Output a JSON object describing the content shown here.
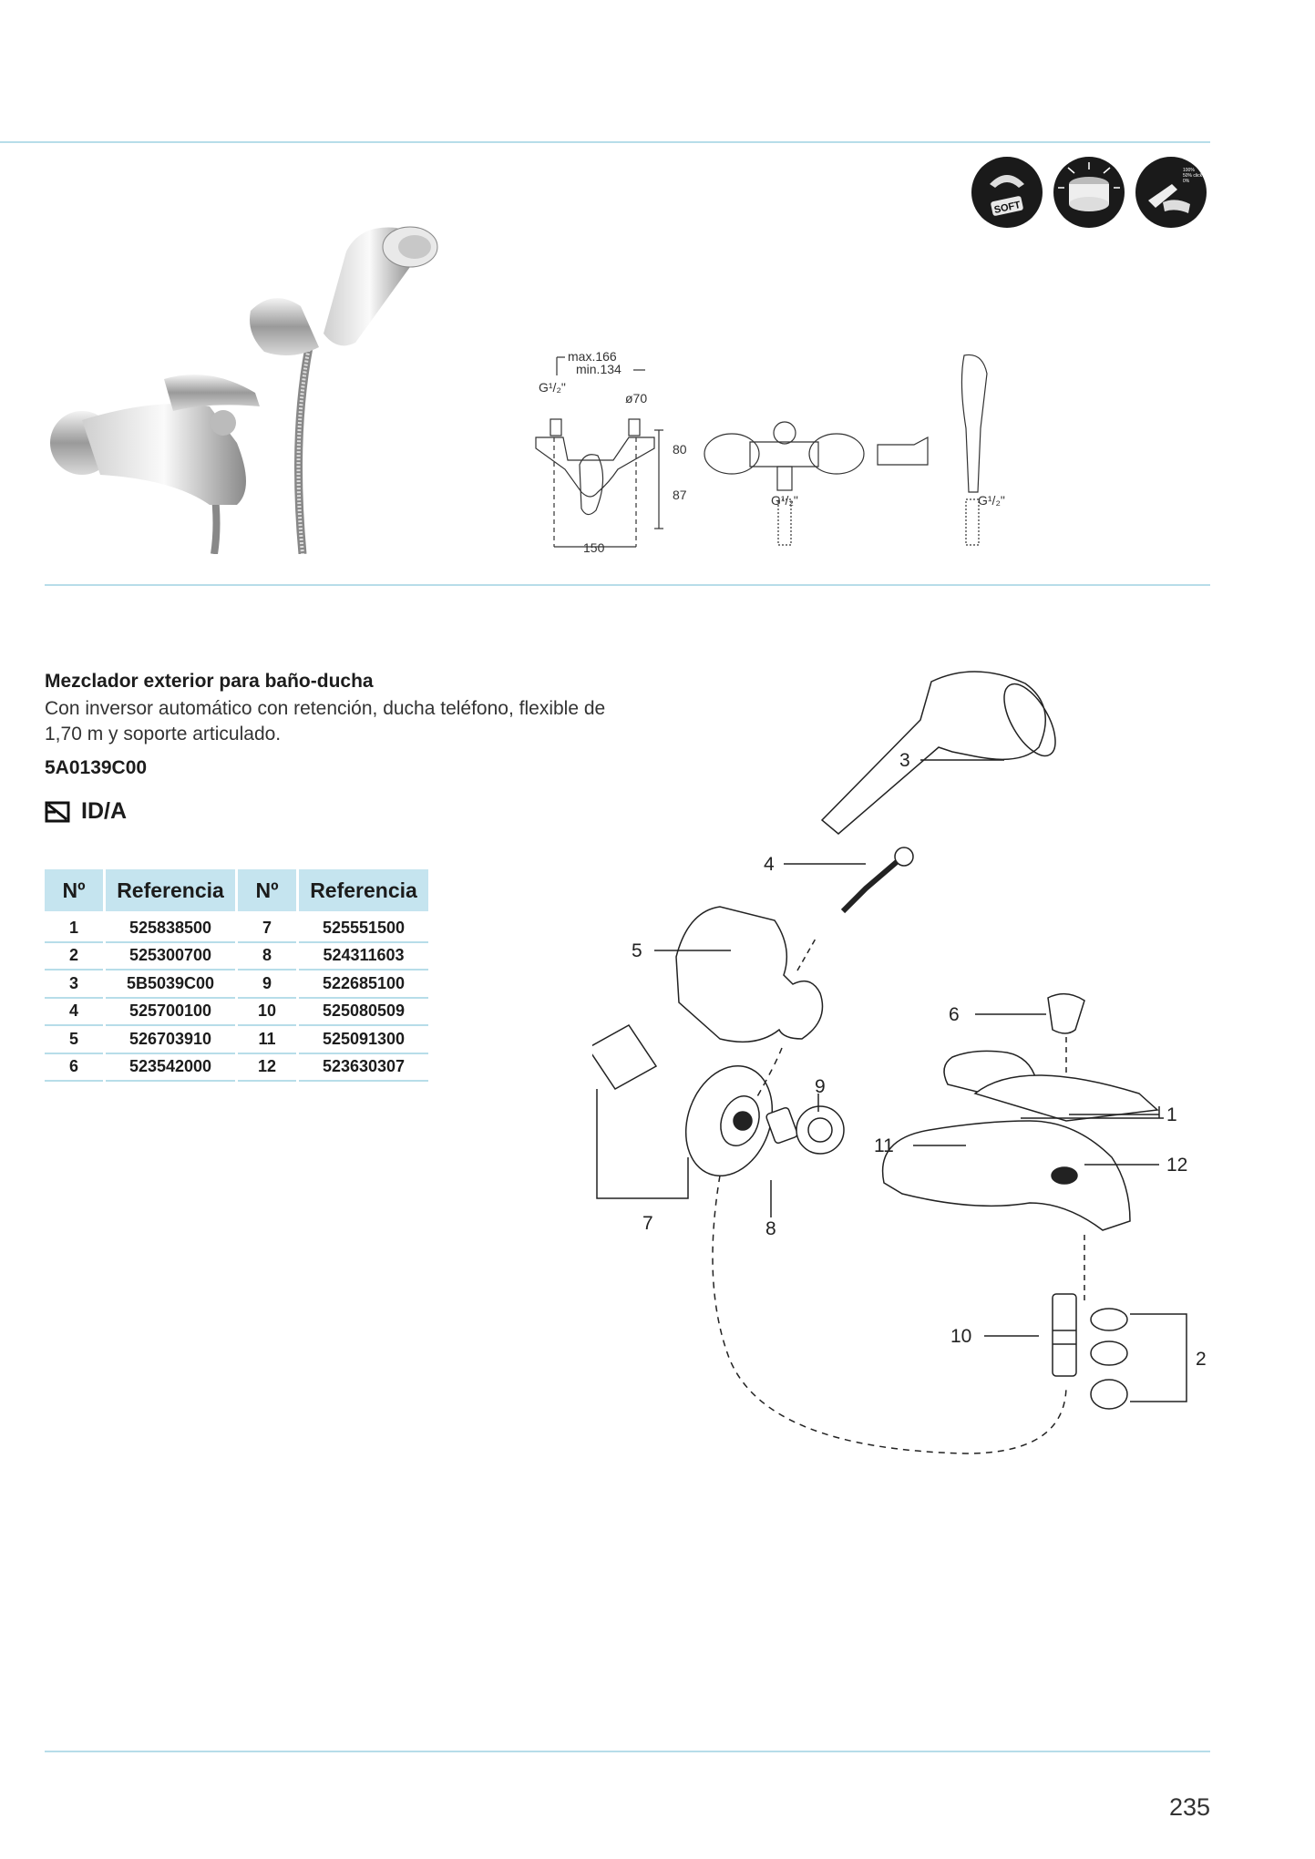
{
  "feature_icons": [
    {
      "icon": "soft-shower-icon",
      "label": "SOFT"
    },
    {
      "icon": "eco-flow-icon"
    },
    {
      "icon": "lever-click-icon",
      "label_lines": [
        "100%",
        "50% click",
        "0%"
      ]
    }
  ],
  "drawing": {
    "max": "max.166",
    "min": "min.134",
    "thread": "G¹/₂\"",
    "diameter": "ø70",
    "dim_80": "80",
    "dim_87": "87",
    "width_150": "150"
  },
  "product": {
    "title": "Mezclador exterior para baño-ducha",
    "description": "Con inversor automático con retención, ducha teléfono, flexible de 1,70 m y soporte articulado.",
    "code": "5A0139C00",
    "certification": "ID/A"
  },
  "table": {
    "headers": [
      "Nº",
      "Referencia",
      "Nº",
      "Referencia"
    ],
    "rows": [
      [
        "1",
        "525838500",
        "7",
        "525551500"
      ],
      [
        "2",
        "525300700",
        "8",
        "524311603"
      ],
      [
        "3",
        "5B5039C00",
        "9",
        "522685100"
      ],
      [
        "4",
        "525700100",
        "10",
        "525080509"
      ],
      [
        "5",
        "526703910",
        "11",
        "525091300"
      ],
      [
        "6",
        "523542000",
        "12",
        "523630307"
      ]
    ]
  },
  "exploded_labels": [
    "1",
    "2",
    "3",
    "4",
    "5",
    "6",
    "7",
    "8",
    "9",
    "10",
    "11",
    "12"
  ],
  "page_number": "235"
}
